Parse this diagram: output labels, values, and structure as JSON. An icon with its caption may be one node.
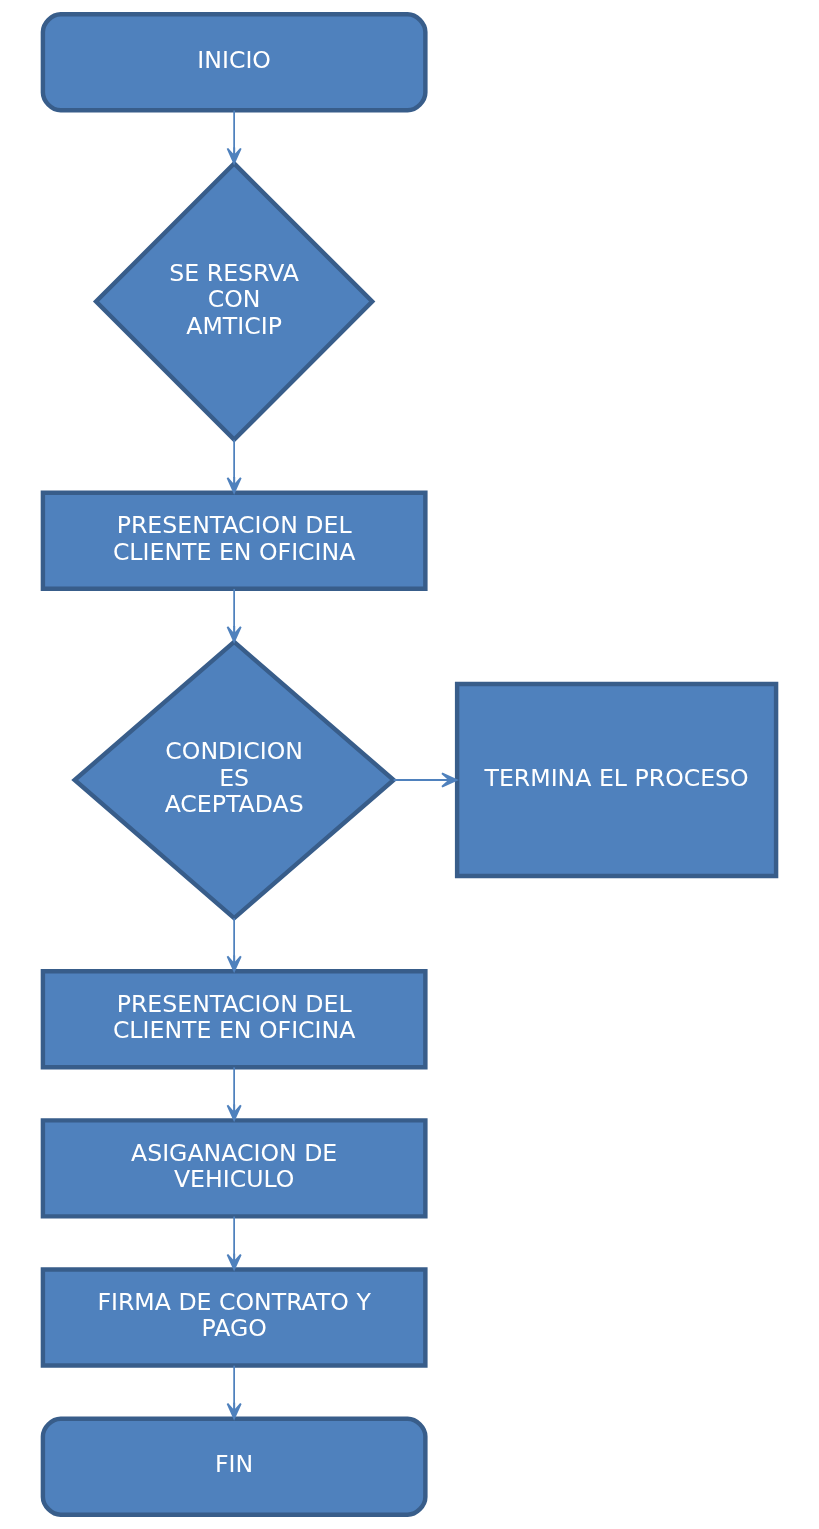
{
  "diagram": {
    "nodes": [
      {
        "text": [
          "INICIO"
        ]
      },
      {
        "text": [
          "SE RESRVA CON AMTICIP"
        ]
      },
      {
        "text": [
          "PRESENTACION DEL CLIENTE EN OFICINA"
        ]
      },
      {
        "text": [
          "CONDICION ES ACEPTADAS"
        ]
      },
      {
        "text": [
          "TERMINA EL PROCESO"
        ]
      },
      {
        "text": [
          "PRESENTACION DEL CLIENTE EN OFICINA"
        ]
      },
      {
        "text": [
          "ASIGANACION DE VEHICULO"
        ]
      },
      {
        "text": [
          "FIRMA DE CONTRATO Y PAGO"
        ]
      },
      {
        "text": [
          "FIN"
        ]
      }
    ],
    "edges": [
      {
        "from": 0,
        "to": 1,
        "arrow": "to"
      },
      {
        "from": 1,
        "to": 2,
        "arrow": "to"
      },
      {
        "from": 2,
        "to": 3,
        "arrow": "to"
      },
      {
        "from": 3,
        "to": 4,
        "arrow": "to"
      },
      {
        "from": 3,
        "to": 5,
        "arrow": "to"
      },
      {
        "from": 5,
        "to": 6,
        "arrow": "to"
      },
      {
        "from": 6,
        "to": 7,
        "arrow": "to"
      },
      {
        "from": 7,
        "to": 8,
        "arrow": "to"
      }
    ]
  }
}
